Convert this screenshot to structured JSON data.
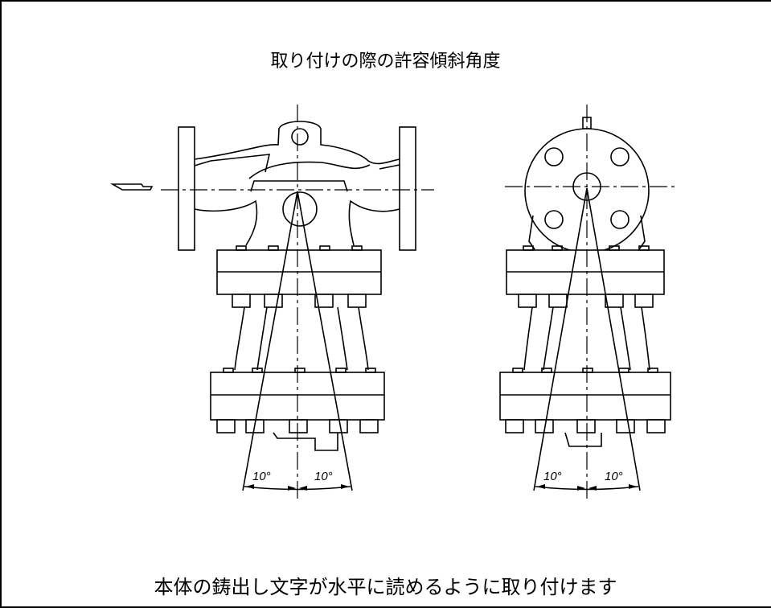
{
  "title": "取り付けの際の許容傾斜角度",
  "caption": "本体の鋳出し文字が水平に読めるように取り付けます",
  "left_view": {
    "angle_left": "10°",
    "angle_right": "10°"
  },
  "right_view": {
    "angle_left": "10°",
    "angle_right": "10°"
  }
}
